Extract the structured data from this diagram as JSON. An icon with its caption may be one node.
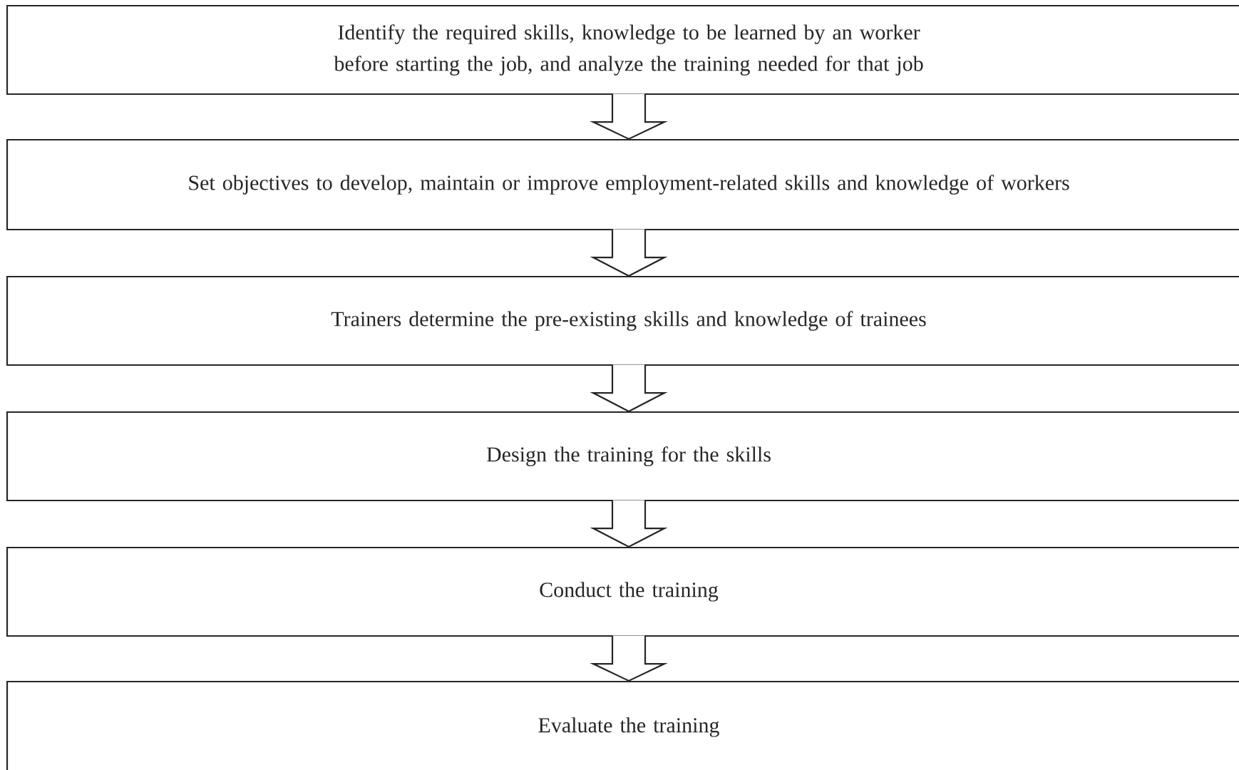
{
  "diagram": {
    "nodes": [
      {
        "text": [
          "Identify the required skills, knowledge to be learned by an worker before starting the job, and analyze the training needed for that job"
        ]
      },
      {
        "text": [
          "Set objectives to develop, maintain or improve employment-related skills and knowledge of workers"
        ]
      },
      {
        "text": [
          "Trainers determine the pre-existing skills and knowledge of trainees"
        ]
      },
      {
        "text": [
          "Design the training for the skills"
        ]
      },
      {
        "text": [
          "Conduct the training"
        ]
      },
      {
        "text": [
          "Evaluate the training"
        ]
      }
    ],
    "edges": [
      {
        "from": 0,
        "to": 1,
        "arrow": "to"
      },
      {
        "from": 1,
        "to": 2,
        "arrow": "to"
      },
      {
        "from": 2,
        "to": 3,
        "arrow": "to"
      },
      {
        "from": 3,
        "to": 4,
        "arrow": "to"
      },
      {
        "from": 4,
        "to": 5,
        "arrow": "to"
      }
    ]
  }
}
